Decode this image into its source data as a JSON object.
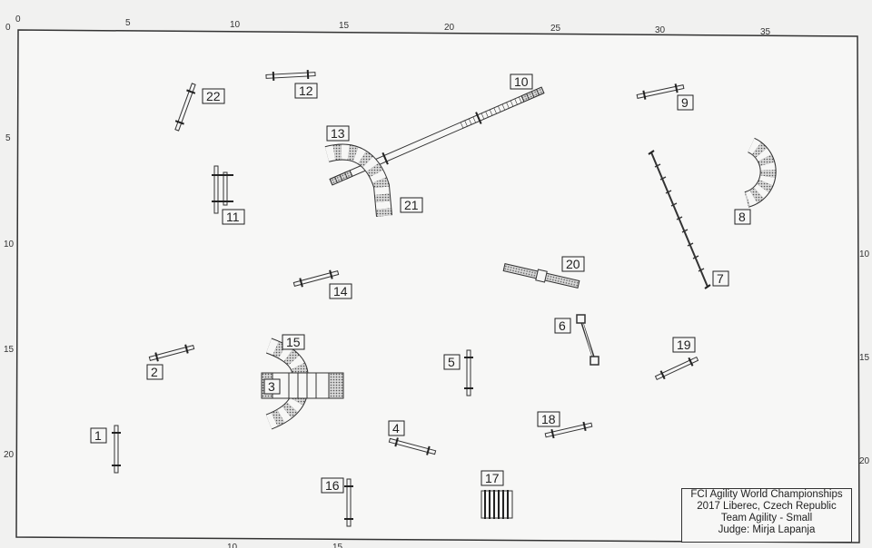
{
  "axis": {
    "origin": "0",
    "top_ticks": [
      "0",
      "5",
      "10",
      "15",
      "20",
      "25",
      "30",
      "35"
    ],
    "left_ticks": [
      "5",
      "10",
      "15",
      "20"
    ],
    "right_ticks": [
      "10",
      "15",
      "20"
    ],
    "bottom_ticks": [
      "10",
      "15"
    ]
  },
  "obstacles": [
    {
      "number": "1",
      "kind": "jump"
    },
    {
      "number": "2",
      "kind": "jump"
    },
    {
      "number": "3",
      "kind": "tunnel-dogwalk"
    },
    {
      "number": "4",
      "kind": "jump"
    },
    {
      "number": "5",
      "kind": "jump"
    },
    {
      "number": "6",
      "kind": "tire"
    },
    {
      "number": "7",
      "kind": "dogwalk"
    },
    {
      "number": "8",
      "kind": "tunnel"
    },
    {
      "number": "9",
      "kind": "jump"
    },
    {
      "number": "10",
      "kind": "dogwalk"
    },
    {
      "number": "11",
      "kind": "jump"
    },
    {
      "number": "12",
      "kind": "jump"
    },
    {
      "number": "13",
      "kind": "tunnel"
    },
    {
      "number": "14",
      "kind": "jump"
    },
    {
      "number": "15",
      "kind": "tunnel"
    },
    {
      "number": "16",
      "kind": "jump"
    },
    {
      "number": "17",
      "kind": "weave-poles"
    },
    {
      "number": "18",
      "kind": "jump"
    },
    {
      "number": "19",
      "kind": "jump"
    },
    {
      "number": "20",
      "kind": "seesaw"
    },
    {
      "number": "21",
      "kind": "tunnel"
    },
    {
      "number": "22",
      "kind": "jump"
    }
  ],
  "info": {
    "line1": "FCI Agility World Championships",
    "line2": "2017 Liberec, Czech Republic",
    "line3": "Team Agility - Small",
    "line4": "Judge: Mirja Lapanja"
  }
}
